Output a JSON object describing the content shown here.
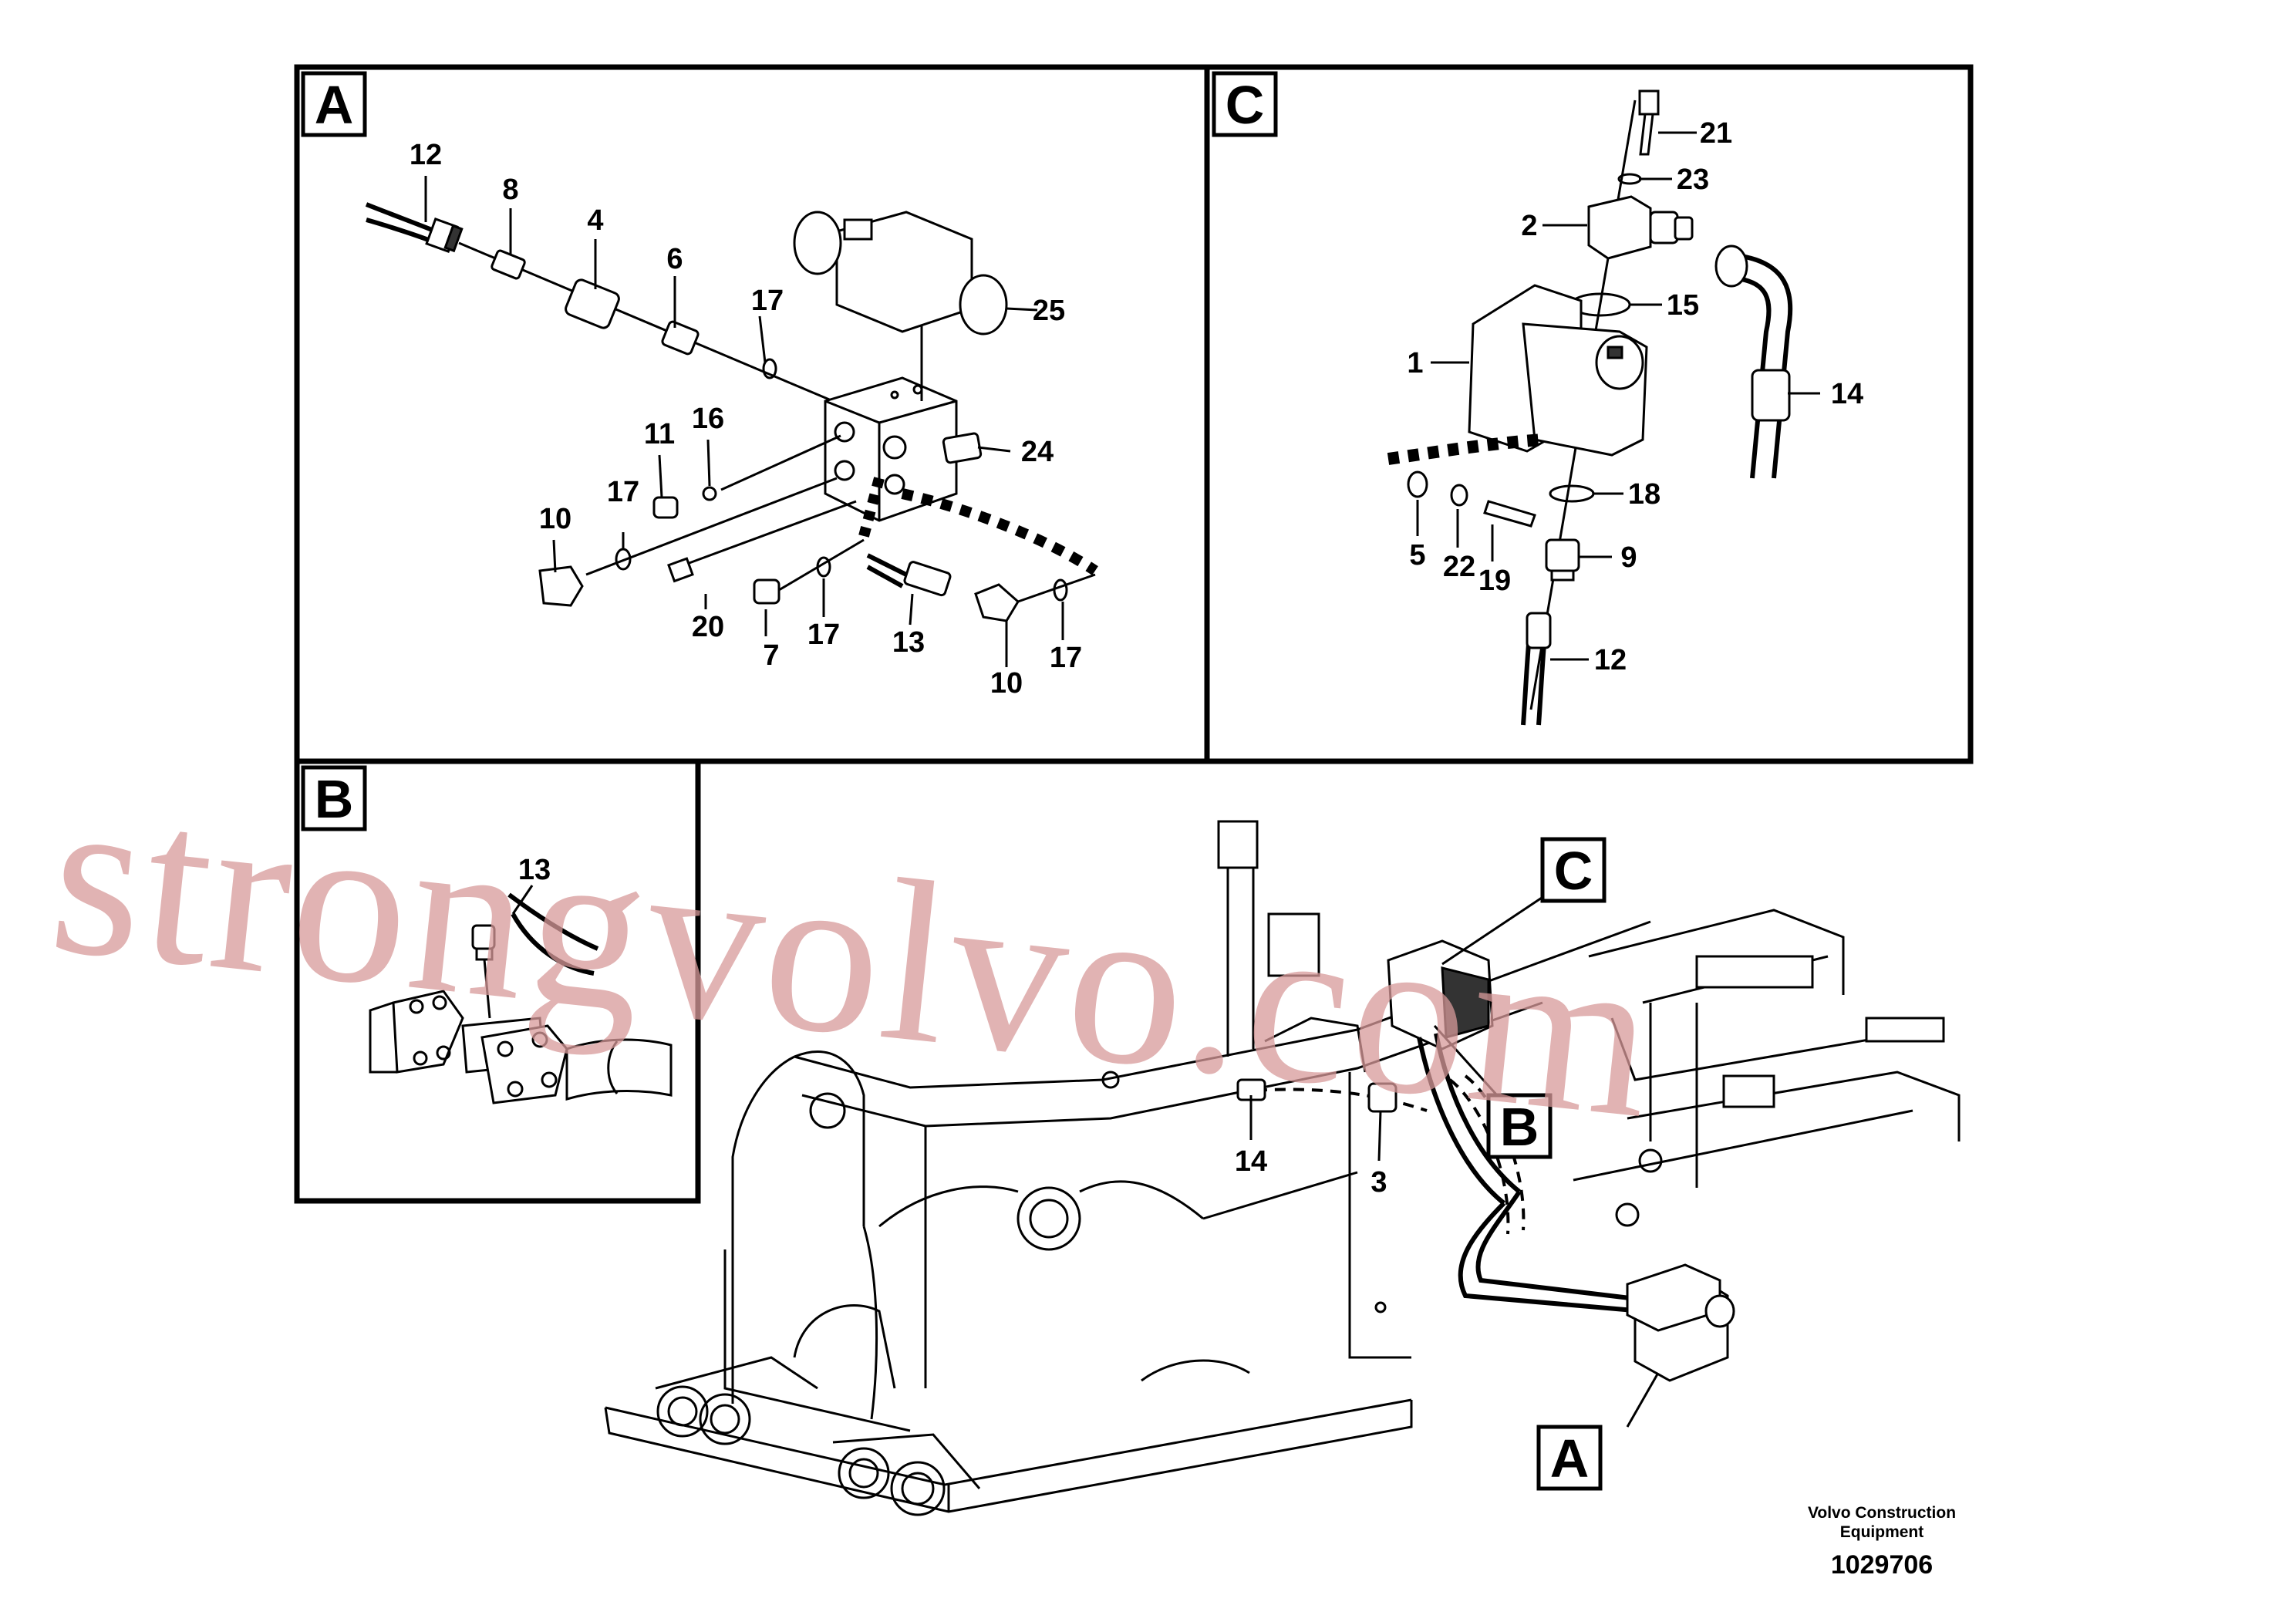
{
  "watermark": "strongvolvo.com",
  "publisher": {
    "line1": "Volvo Construction",
    "line2": "Equipment"
  },
  "document_number": "1029706",
  "panels": {
    "A": {
      "tag": "A",
      "labels": {
        "p12": "12",
        "p8": "8",
        "p4": "4",
        "p6": "6",
        "p17a": "17",
        "p25": "25",
        "p11": "11",
        "p16": "16",
        "p24": "24",
        "p17b": "17",
        "p10a": "10",
        "p20": "20",
        "p7": "7",
        "p17c": "17",
        "p13": "13",
        "p10b": "10",
        "p17d": "17"
      }
    },
    "B": {
      "tag": "B",
      "labels": {
        "p13": "13"
      }
    },
    "C": {
      "tag": "C",
      "labels": {
        "p21": "21",
        "p23": "23",
        "p2": "2",
        "p15": "15",
        "p14": "14",
        "p1": "1",
        "p18": "18",
        "p5": "5",
        "p22": "22",
        "p19": "19",
        "p9": "9",
        "p12": "12"
      }
    }
  },
  "main": {
    "callouts": {
      "A": "A",
      "B": "B",
      "C": "C"
    },
    "labels": {
      "p14": "14",
      "p3": "3"
    }
  }
}
